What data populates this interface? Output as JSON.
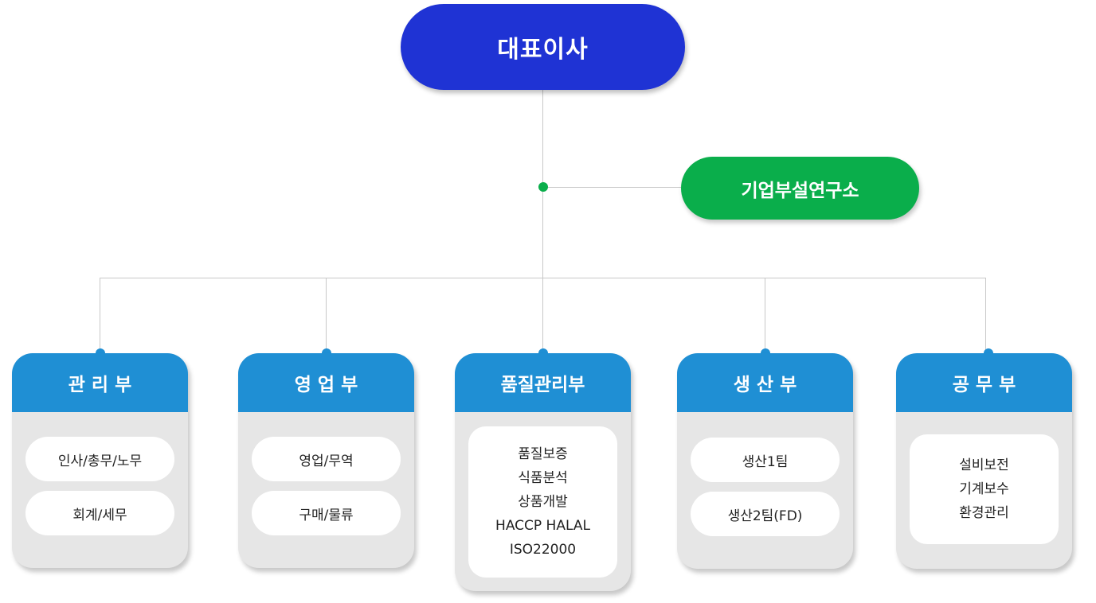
{
  "ceo": {
    "label": "대표이사"
  },
  "lab": {
    "label": "기업부설연구소"
  },
  "colors": {
    "ceo": "#1f33d4",
    "lab": "#0aae4b",
    "dept_header": "#1f8fd4",
    "panel": "#e6e6e6",
    "line": "#c8c8c8"
  },
  "departments": [
    {
      "title": "관 리 부",
      "items": [
        "인사/총무/노무",
        "회계/세무"
      ]
    },
    {
      "title": "영 업 부",
      "items": [
        "영업/무역",
        "구매/물류"
      ]
    },
    {
      "title": "품질관리부",
      "items": [
        "품질보증",
        "식품분석",
        "상품개발",
        "HACCP HALAL",
        "ISO22000"
      ]
    },
    {
      "title": "생 산 부",
      "items": [
        "생산1팀",
        "생산2팀(FD)"
      ]
    },
    {
      "title": "공 무 부",
      "items": [
        "설비보전",
        "기계보수",
        "환경관리"
      ]
    }
  ]
}
